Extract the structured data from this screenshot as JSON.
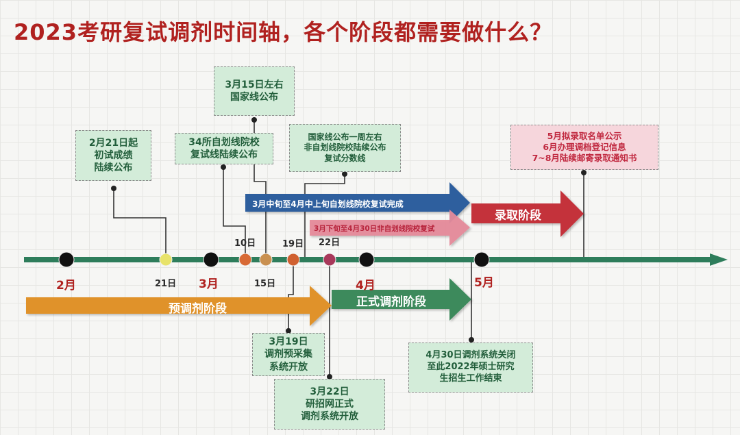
{
  "title": "2023考研复试调剂时间轴，各个阶段都需要做什么？",
  "timeline": {
    "months": [
      "2月",
      "3月",
      "4月",
      "5月"
    ],
    "days": [
      "21日",
      "10日",
      "15日",
      "19日",
      "22日"
    ]
  },
  "boxes": {
    "feb21": [
      "2月21日起",
      "初试成绩",
      "陆续公布"
    ],
    "mar15": [
      "3月15日左右",
      "国家线公布"
    ],
    "self34": [
      "34所自划线院校",
      "复试线陆续公布"
    ],
    "nationalweek": [
      "国家线公布一周左右",
      "非自划线院校陆续公布",
      "复试分数线"
    ],
    "may": [
      "5月拟录取名单公示",
      "6月办理调档登记信息",
      "7~8月陆续邮寄录取通知书"
    ],
    "mar19": [
      "3月19日",
      "调剂预采集",
      "系统开放"
    ],
    "mar22": [
      "3月22日",
      "研招网正式",
      "调剂系统开放"
    ],
    "apr30": [
      "4月30日调剂系统关闭",
      "至此2022年硕士研究",
      "生招生工作结束"
    ]
  },
  "arrows": {
    "blue": "3月中旬至4月中上旬自划线院校复试完成",
    "pink": "3月下旬至4月30日非自划线院校复试",
    "red": "录取阶段",
    "orange": "预调剂阶段",
    "green": "正式调剂阶段"
  },
  "colors": {
    "title": "#b0211f",
    "axis": "#2e7d5b",
    "blue_arrow": "#2f5f9e",
    "pink_arrow": "#e58a9a",
    "red_arrow": "#c4303b",
    "orange_arrow": "#e0922a",
    "green_arrow": "#3c8a5c"
  }
}
